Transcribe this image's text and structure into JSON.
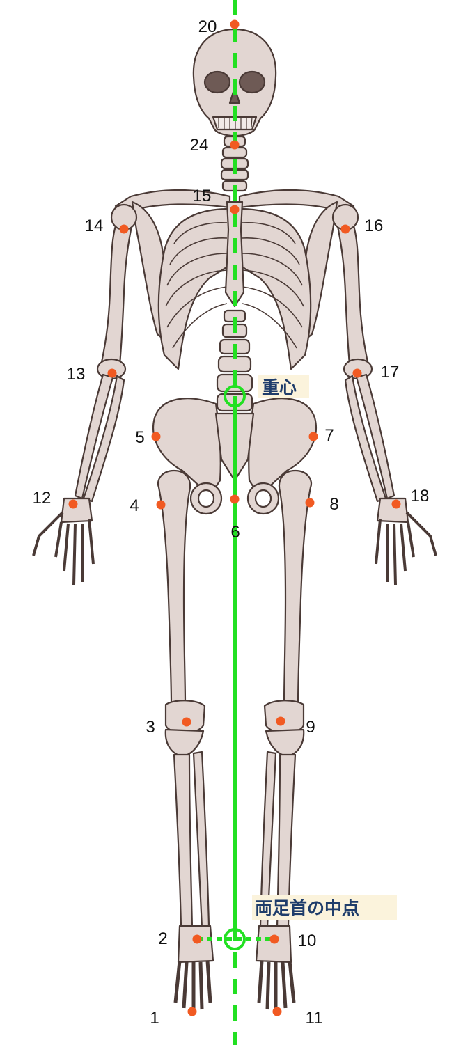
{
  "colors": {
    "bone_fill": "#e2d6d2",
    "bone_stroke": "#4a3a36",
    "joint": "#f15a22",
    "guide_line": "#22e022",
    "label_text": "#1f3d6b",
    "label_bg": "#fbf3dc"
  },
  "figure": {
    "image": "skeleton-front-view",
    "center_of_gravity_label": "重心",
    "ankle_midpoint_label": "両足首の中点"
  },
  "joints": [
    {
      "id": "20",
      "label": "20"
    },
    {
      "id": "24",
      "label": "24"
    },
    {
      "id": "15",
      "label": "15"
    },
    {
      "id": "14",
      "label": "14"
    },
    {
      "id": "16",
      "label": "16"
    },
    {
      "id": "13",
      "label": "13"
    },
    {
      "id": "17",
      "label": "17"
    },
    {
      "id": "5",
      "label": "5"
    },
    {
      "id": "7",
      "label": "7"
    },
    {
      "id": "12",
      "label": "12"
    },
    {
      "id": "18",
      "label": "18"
    },
    {
      "id": "4",
      "label": "4"
    },
    {
      "id": "6",
      "label": "6"
    },
    {
      "id": "8",
      "label": "8"
    },
    {
      "id": "3",
      "label": "3"
    },
    {
      "id": "9",
      "label": "9"
    },
    {
      "id": "2",
      "label": "2"
    },
    {
      "id": "10",
      "label": "10"
    },
    {
      "id": "1",
      "label": "1"
    },
    {
      "id": "11",
      "label": "11"
    }
  ]
}
